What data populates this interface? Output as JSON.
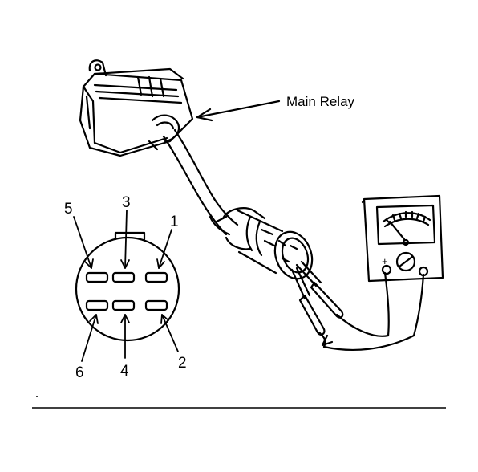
{
  "callout": {
    "label": "Main Relay"
  },
  "connector": {
    "pins": [
      {
        "number": "1"
      },
      {
        "number": "2"
      },
      {
        "number": "3"
      },
      {
        "number": "4"
      },
      {
        "number": "5"
      },
      {
        "number": "6"
      }
    ]
  },
  "meter": {
    "plus_mark": "+",
    "minus_mark": "-"
  }
}
